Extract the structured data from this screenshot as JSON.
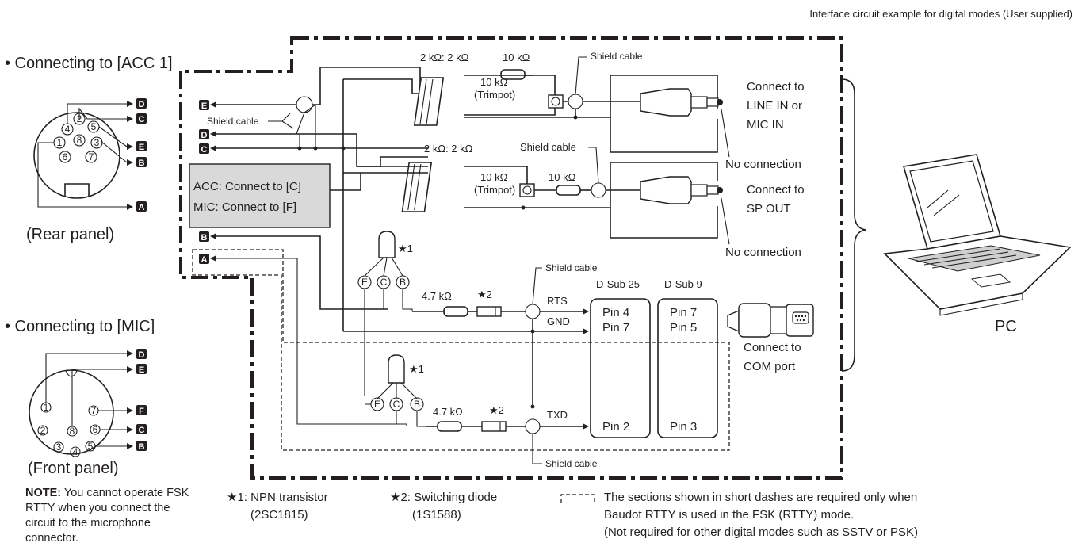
{
  "header": "Interface circuit example for digital modes (User supplied)",
  "acc1": {
    "title": "• Connecting to [ACC 1]",
    "panel": "(Rear panel)",
    "pins": [
      "1",
      "2",
      "3",
      "4",
      "5",
      "6",
      "7",
      "8"
    ],
    "tags": [
      "D",
      "C",
      "E",
      "B",
      "A"
    ]
  },
  "mic": {
    "title": "• Connecting to [MIC]",
    "panel": "(Front panel)",
    "pins": [
      "1",
      "2",
      "3",
      "4",
      "5",
      "6",
      "7",
      "8"
    ],
    "tags": [
      "D",
      "E",
      "F",
      "C",
      "B"
    ]
  },
  "note": {
    "bold": "NOTE:",
    "text": " You cannot operate FSK RTTY when you connect the circuit to the microphone connector."
  },
  "circuit": {
    "left_tags": [
      "E",
      "D",
      "C",
      "B",
      "A"
    ],
    "shield_cable": "Shield cable",
    "acc_box": [
      "ACC: Connect to [C]",
      "MIC: Connect to [F]"
    ],
    "transformer": "2 kΩ: 2 kΩ",
    "r10k": "10 kΩ",
    "trimpot": [
      "10 kΩ",
      "(Trimpot)"
    ],
    "r47k": "4.7 kΩ",
    "star1": "★1",
    "star2": "★2",
    "transistor_pins": [
      "E",
      "C",
      "B"
    ],
    "signals": [
      "RTS",
      "GND",
      "TXD"
    ],
    "dsub25": {
      "title": "D-Sub 25",
      "pins": [
        "Pin 4",
        "Pin 7",
        "Pin 2"
      ]
    },
    "dsub9": {
      "title": "D-Sub 9",
      "pins": [
        "Pin 7",
        "Pin 5",
        "Pin 3"
      ]
    },
    "connect1": [
      "Connect to",
      "LINE IN or",
      "MIC IN"
    ],
    "connect2": [
      "Connect to",
      "SP OUT"
    ],
    "no_connection": "No connection",
    "connect3": [
      "Connect to",
      "COM port"
    ],
    "pc": "PC"
  },
  "legend": {
    "star1": [
      "★1: NPN transistor",
      "(2SC1815)"
    ],
    "star2": [
      "★2: Switching diode",
      "(1S1588)"
    ],
    "dash_note": [
      "The sections shown in short dashes are required only when",
      "Baudot RTTY is used in the FSK (RTTY) mode.",
      "(Not required for other digital modes such as SSTV or PSK)"
    ]
  }
}
